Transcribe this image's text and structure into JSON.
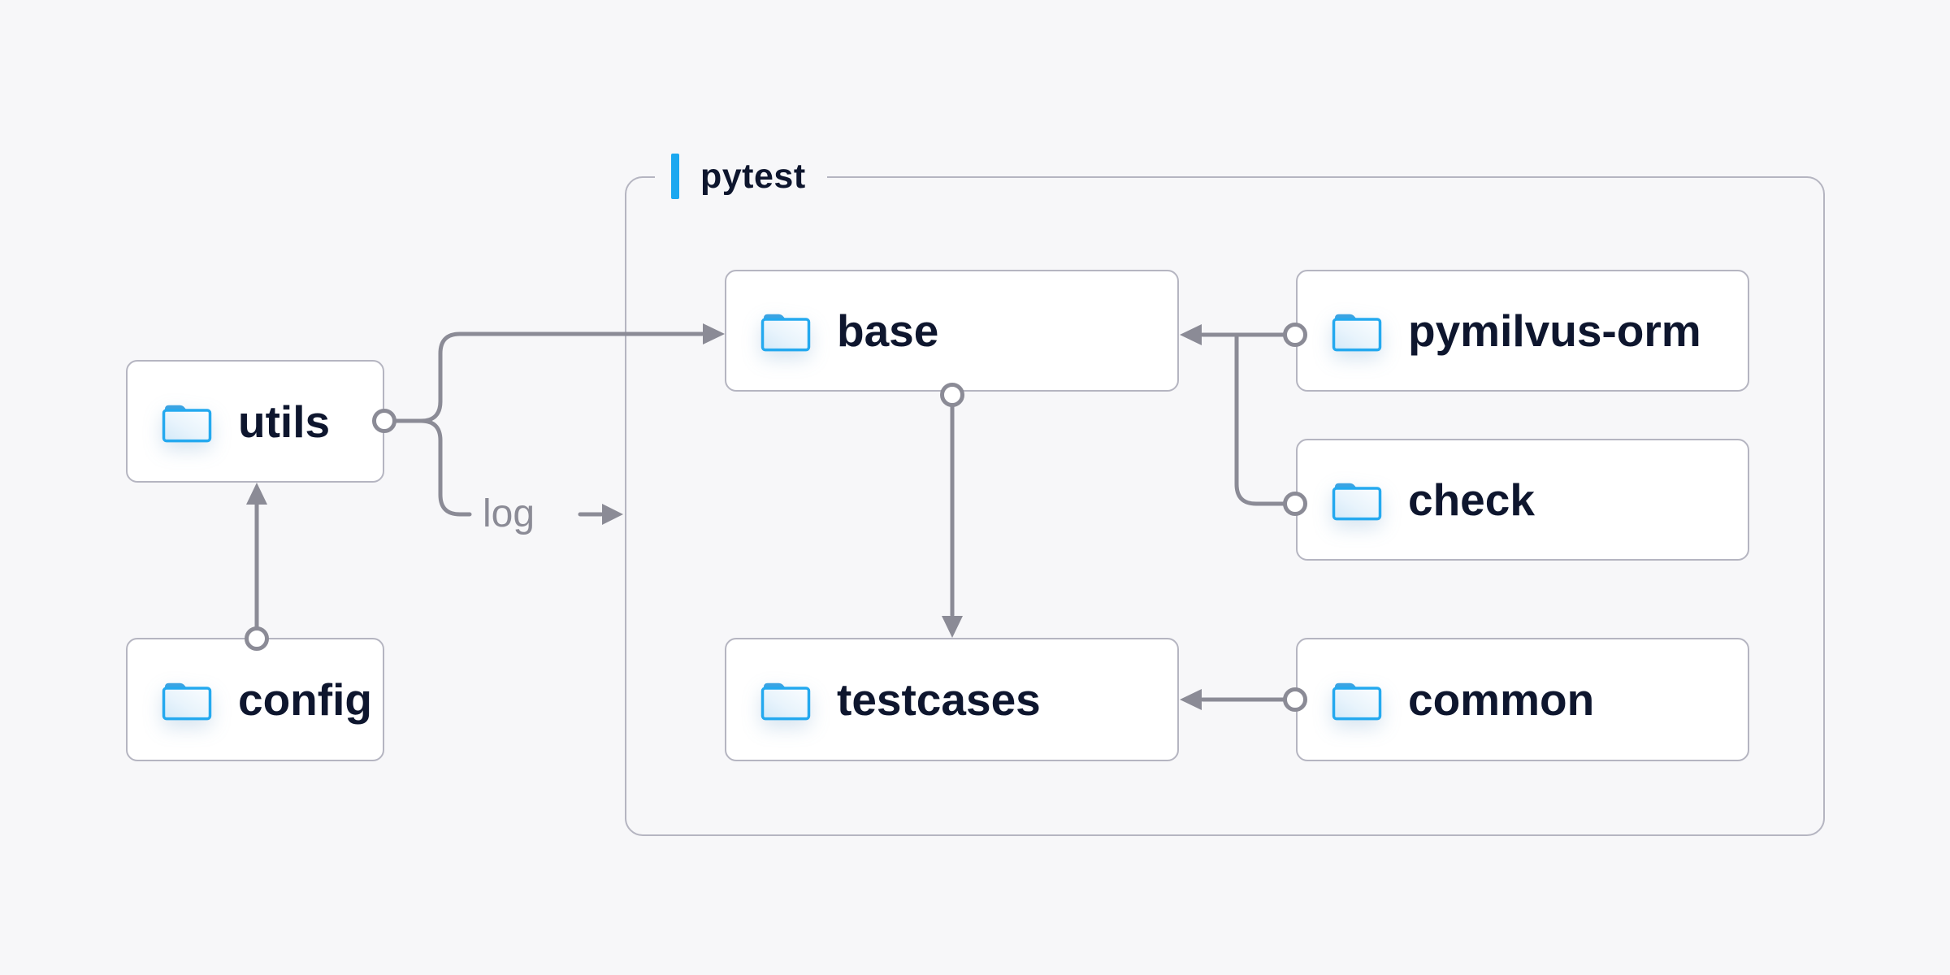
{
  "diagram": {
    "container_label": "pytest",
    "nodes": {
      "utils": {
        "label": "utils",
        "icon": "folder-icon"
      },
      "config": {
        "label": "config",
        "icon": "folder-icon"
      },
      "base": {
        "label": "base",
        "icon": "folder-icon"
      },
      "testcases": {
        "label": "testcases",
        "icon": "folder-icon"
      },
      "pymilvus-orm": {
        "label": "pymilvus-orm",
        "icon": "folder-icon"
      },
      "check": {
        "label": "check",
        "icon": "folder-icon"
      },
      "common": {
        "label": "common",
        "icon": "folder-icon"
      }
    },
    "edges": [
      {
        "from": "config",
        "to": "utils"
      },
      {
        "from": "utils",
        "to": "base"
      },
      {
        "from": "utils",
        "to": "pytest",
        "label": "log"
      },
      {
        "from": "pymilvus-orm",
        "to": "base"
      },
      {
        "from": "check",
        "to": "base"
      },
      {
        "from": "base",
        "to": "testcases"
      },
      {
        "from": "common",
        "to": "testcases"
      }
    ],
    "colors": {
      "background": "#f7f7f9",
      "node_fill": "#ffffff",
      "node_border": "#b5b5c1",
      "connector": "#8b8b96",
      "text": "#0e162e",
      "accent_blue": "#1ba8f0",
      "folder_blue": "#24a9ef"
    }
  }
}
